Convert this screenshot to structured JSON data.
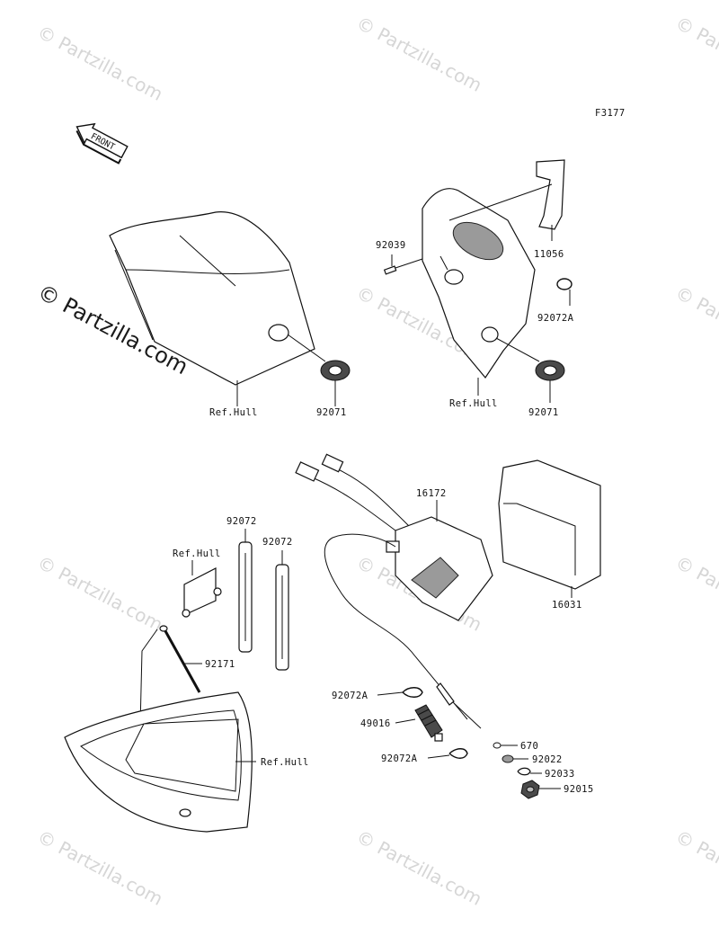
{
  "figure_code": "F3177",
  "front_label": "FRONT",
  "watermark": "© Partzilla.com",
  "labels": {
    "ref_hull_1": "Ref.Hull",
    "p92071_a": "92071",
    "p92039": "92039",
    "p11056": "11056",
    "p92072A_top": "92072A",
    "ref_hull_2": "Ref.Hull",
    "p92071_b": "92071",
    "p16172": "16172",
    "p16031": "16031",
    "p92072_a": "92072",
    "p92072_b": "92072",
    "ref_hull_3": "Ref.Hull",
    "p92171": "92171",
    "ref_hull_4": "Ref.Hull",
    "p92072A_mid": "92072A",
    "p49016": "49016",
    "p92072A_low": "92072A",
    "p670": "670",
    "p92022": "92022",
    "p92033": "92033",
    "p92015": "92015"
  }
}
